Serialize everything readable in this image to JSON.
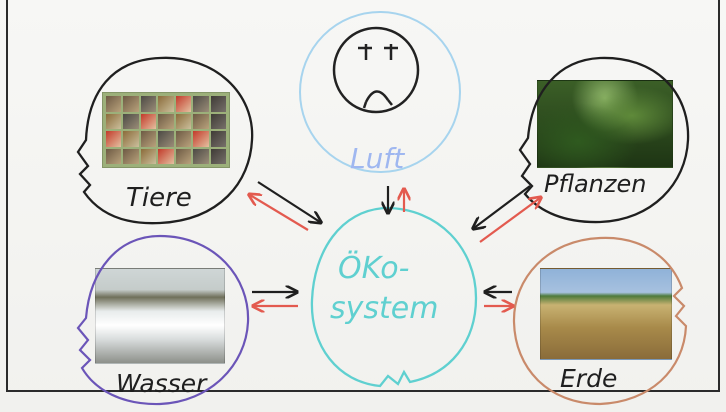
{
  "center": {
    "label_top": "ÖKo-",
    "label_bottom": "system"
  },
  "nodes": {
    "luft": {
      "label": "Luft"
    },
    "tiere": {
      "label": "Tiere"
    },
    "pflanzen": {
      "label": "Pflanzen"
    },
    "wasser": {
      "label": "Wasser"
    },
    "erde": {
      "label": "Erde"
    }
  },
  "colors": {
    "center": "#5fd0d0",
    "luft": "#a7d4ee",
    "luft_text": "#9fb7f0",
    "tiere": "#1f1f1f",
    "pflanzen": "#1f1f1f",
    "wasser": "#6b55b8",
    "erde": "#c98a6a",
    "arrow_dark": "#1f1f1f",
    "arrow_red": "#e35a4f"
  },
  "icons": {
    "luft": "sad-face-icon"
  }
}
